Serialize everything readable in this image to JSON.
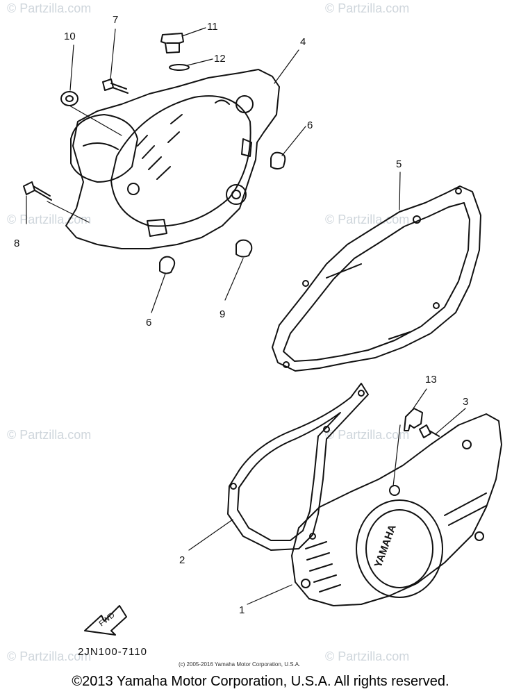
{
  "watermark": "© Partzilla.com",
  "callouts": {
    "c1": "1",
    "c2": "2",
    "c3": "3",
    "c4": "4",
    "c5": "5",
    "c6a": "6",
    "c6b": "6",
    "c7": "7",
    "c8": "8",
    "c9": "9",
    "c10": "10",
    "c11": "11",
    "c12": "12",
    "c13": "13"
  },
  "diagram_code": "2JN100-7110",
  "fwd_label": "FWD",
  "cover_logo": "YAMAHA",
  "small_copyright": "(c) 2005-2016 Yamaha Motor Corporation, U.S.A.",
  "footer": "©2013 Yamaha Motor Corporation, U.S.A. All rights reserved.",
  "colors": {
    "ink": "#111111",
    "watermark": "#cfd6dc",
    "background": "#ffffff"
  }
}
